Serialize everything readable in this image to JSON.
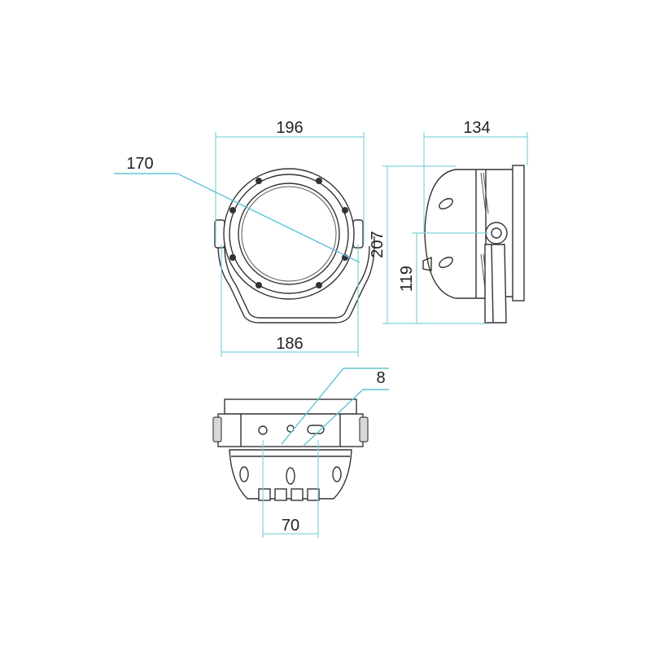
{
  "drawing": {
    "dimensions": {
      "front_width": "196",
      "front_lens_diameter": "170",
      "front_bracket_width": "186",
      "side_depth": "134",
      "side_height": "207",
      "side_pivot_height": "119",
      "bottom_slot_width": "8",
      "bottom_hole_spacing": "70"
    },
    "colors": {
      "dimension_line": "#7fd3dd",
      "outline": "#333333",
      "text": "#222222"
    }
  }
}
